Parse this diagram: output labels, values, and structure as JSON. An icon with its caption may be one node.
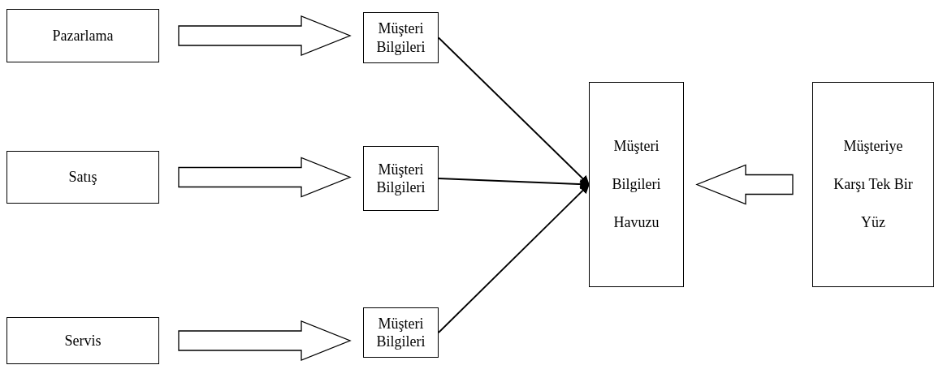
{
  "diagram": {
    "nodes": [
      {
        "text": [
          "Pazarlama"
        ]
      },
      {
        "text": [
          "Müşteri Bilgileri"
        ]
      },
      {
        "text": [
          "Satış"
        ]
      },
      {
        "text": [
          "Müşteri Bilgileri"
        ]
      },
      {
        "text": [
          "Servis"
        ]
      },
      {
        "text": [
          "Müşteri Bilgileri"
        ]
      },
      {
        "text": [
          "Müşteri Bilgileri Havuzu"
        ]
      },
      {
        "text": [
          "Müşteriye Karşı Tek Bir Yüz"
        ]
      }
    ],
    "edges": [
      {
        "from": 0,
        "to": 1,
        "arrow": "to",
        "style": "thick"
      },
      {
        "from": 2,
        "to": 3,
        "arrow": "to",
        "style": "thick"
      },
      {
        "from": 4,
        "to": 5,
        "arrow": "to",
        "style": "thick"
      },
      {
        "from": 1,
        "to": 6,
        "arrow": "to"
      },
      {
        "from": 3,
        "to": 6,
        "arrow": "to"
      },
      {
        "from": 5,
        "to": 6,
        "arrow": "to"
      },
      {
        "from": 7,
        "to": 6,
        "arrow": "to",
        "style": "thick"
      }
    ]
  }
}
